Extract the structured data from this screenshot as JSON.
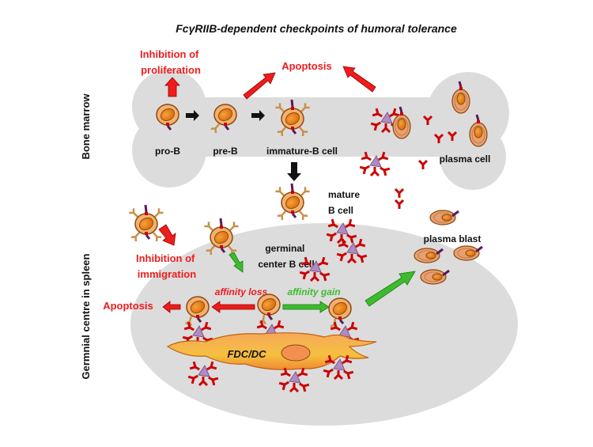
{
  "title": "FcγRIIB-dependent checkpoints of humoral tolerance",
  "sections": {
    "bone_marrow": "Bone marrow",
    "spleen": "Germnial centre in spleen"
  },
  "bone_marrow": {
    "inhibition_proliferation": [
      "Inhibition of",
      "proliferation"
    ],
    "apoptosis": "Apoptosis",
    "pro_b": "pro-B",
    "pre_b": "pre-B",
    "immature_b": "immature-B cell",
    "plasma_cell": "plasma cell"
  },
  "mature_b": [
    "mature",
    "B cell"
  ],
  "spleen": {
    "inhibition_immigration": [
      "Inhibition of",
      "immigration"
    ],
    "germinal_center": [
      "germinal",
      "center B cell"
    ],
    "affinity_loss": "affinity loss",
    "affinity_gain": "affinity gain",
    "apoptosis": "Apoptosis",
    "fdc": "FDC/DC",
    "plasma_blast": "plasma blast"
  },
  "colors": {
    "inhibit": "#ee1c1c",
    "promote": "#3dbb2e",
    "cell": "#f4a460",
    "tissue": "#dcdcdc"
  }
}
